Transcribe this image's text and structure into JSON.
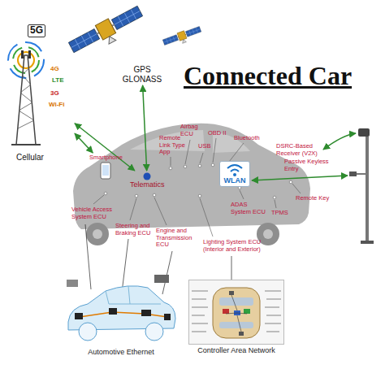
{
  "diagram": {
    "title": "Connected Car",
    "nodes": [
      {
        "text": [
          "5G",
          "4G",
          "LTE",
          "3G",
          "Wi-Fi",
          "Cellular"
        ]
      },
      {
        "text": [
          "GPS GLONASS"
        ]
      },
      {
        "text": [
          "Smartphone"
        ]
      },
      {
        "text": [
          "Telematics"
        ]
      },
      {
        "text": [
          "WLAN"
        ]
      },
      {
        "text": [
          "Automotive Ethernet"
        ]
      },
      {
        "text": [
          "Controller Area Network"
        ]
      }
    ],
    "edges": [
      {
        "from": 0,
        "to": 2,
        "arrow": "both"
      },
      {
        "from": 0,
        "to": 3,
        "arrow": "both"
      },
      {
        "from": 1,
        "to": 3,
        "arrow": "both"
      }
    ],
    "labels": [
      "Remote Link Type App",
      "Airbag ECU",
      "OBD II",
      "USB",
      "Bluetooth",
      "DSRC-Based Receiver (V2X)",
      "Passive Keyless Entry",
      "Remote Key",
      "TPMS",
      "ADAS System ECU",
      "Lighting System ECU (Interior and Exterior)",
      "Engine and Transmission ECU",
      "Steering and Braking ECU",
      "Vehicle Access System ECU"
    ]
  }
}
